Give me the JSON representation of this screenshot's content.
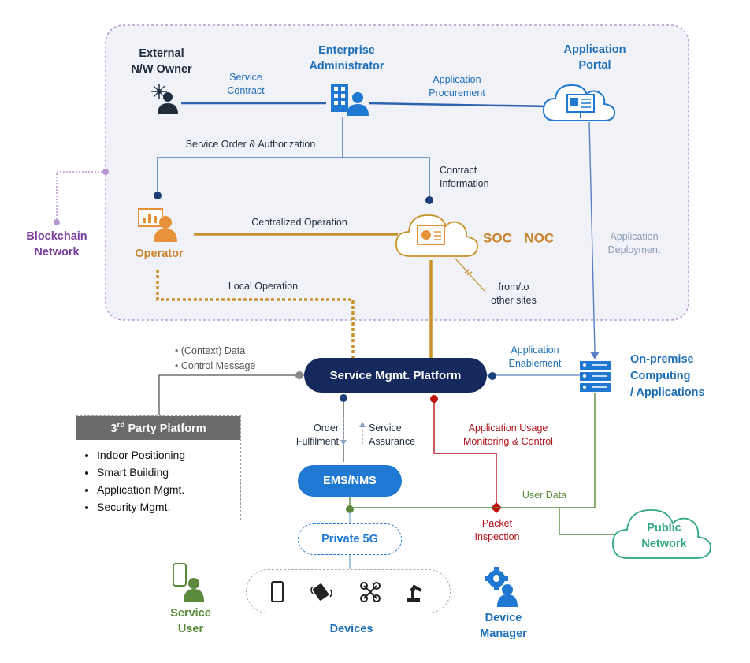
{
  "actors": {
    "external_owner": "External\nN/W Owner",
    "enterprise_admin": "Enterprise\nAdministrator",
    "application_portal": "Application\nPortal",
    "blockchain": "Blockchain\nNetwork",
    "operator": "Operator",
    "on_premise": "On-premise\nComputing\n/ Applications",
    "public_network": "Public\nNetwork",
    "service_user": "Service\nUser",
    "device_manager": "Device\nManager",
    "devices": "Devices"
  },
  "soc_noc": {
    "soc": "SOC",
    "noc": "NOC"
  },
  "edges": {
    "service_contract": "Service\nContract",
    "application_procurement": "Application\nProcurement",
    "service_order": "Service Order & Authorization",
    "contract_information": "Contract\nInformation",
    "centralized_operation": "Centralized Operation",
    "local_operation": "Local Operation",
    "from_to_sites": "from/to\nother sites",
    "application_deployment": "Application\nDeployment",
    "application_enablement": "Application\nEnablement",
    "order_fulfilment": "Order\nFulfilment",
    "service_assurance": "Service\nAssurance",
    "app_usage": "Application Usage\nMonitoring & Control",
    "user_data": "User Data",
    "packet_inspection": "Packet\nInspection"
  },
  "context_bullets": [
    "(Context) Data",
    "Control Message"
  ],
  "platforms": {
    "service_mgmt": "Service Mgmt. Platform",
    "ems_nms": "EMS/NMS",
    "private_5g": "Private 5G"
  },
  "third_party": {
    "title": "3rd Party Platform",
    "items": [
      "Indoor Positioning",
      "Smart Building",
      "Application Mgmt.",
      "Security Mgmt."
    ]
  },
  "colors": {
    "navy": "#16295c",
    "blue": "#1f78d1",
    "orange": "#c8832b",
    "purple": "#7a3f9d",
    "green": "#5a8a3a",
    "red": "#b0121b",
    "teal": "#2fa77f"
  },
  "icons": [
    "antenna-person-icon",
    "building-person-icon",
    "cloud-portal-icon",
    "chart-person-icon",
    "cloud-chart-icon",
    "server-rack-icon",
    "cloud-icon",
    "phone-person-icon",
    "gear-person-icon",
    "smartphone-icon",
    "sensor-icon",
    "drone-icon",
    "robot-arm-icon"
  ]
}
